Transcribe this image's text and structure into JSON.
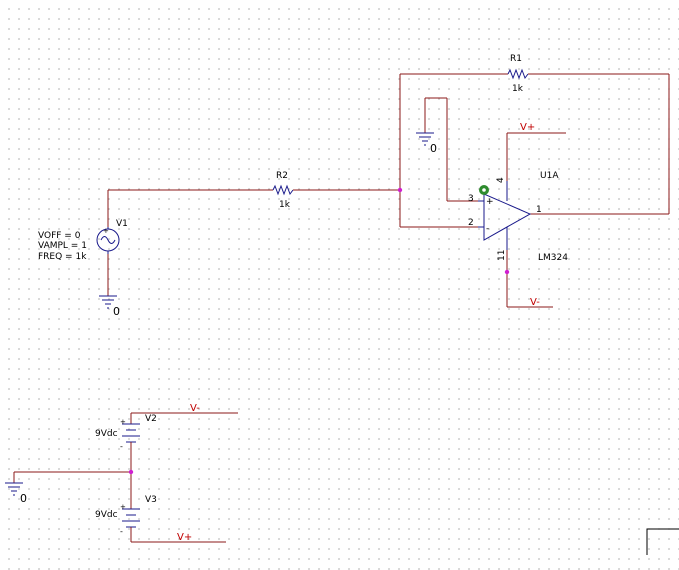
{
  "colors": {
    "wire": "#8b1a1a",
    "part": "#1a1a8b",
    "junction": "#d020d0",
    "net_label": "#c00000",
    "selection": "#2e8b2e",
    "grid": "#b8b8b8"
  },
  "resistors": {
    "r1": {
      "ref": "R1",
      "value": "1k"
    },
    "r2": {
      "ref": "R2",
      "value": "1k"
    }
  },
  "opamp": {
    "ref": "U1A",
    "model": "LM324",
    "pins": {
      "noninv": "3",
      "inv": "2",
      "out": "1",
      "vpos": "4",
      "vneg": "11"
    },
    "plus": "+",
    "minus": "-"
  },
  "source_v1": {
    "ref": "V1",
    "params": [
      "VOFF = 0",
      "VAMPL = 1",
      "FREQ = 1k"
    ]
  },
  "batteries": {
    "v2": {
      "ref": "V2",
      "value": "9Vdc",
      "plus": "+",
      "minus": "-"
    },
    "v3": {
      "ref": "V3",
      "value": "9Vdc",
      "plus": "+",
      "minus": "-"
    }
  },
  "grounds": {
    "opamp_ref": "0",
    "v1": "0",
    "supply": "0"
  },
  "net_labels": {
    "opamp_vpos": "V+",
    "opamp_vneg": "V-",
    "supply_vneg": "V-",
    "supply_vpos": "V+"
  }
}
